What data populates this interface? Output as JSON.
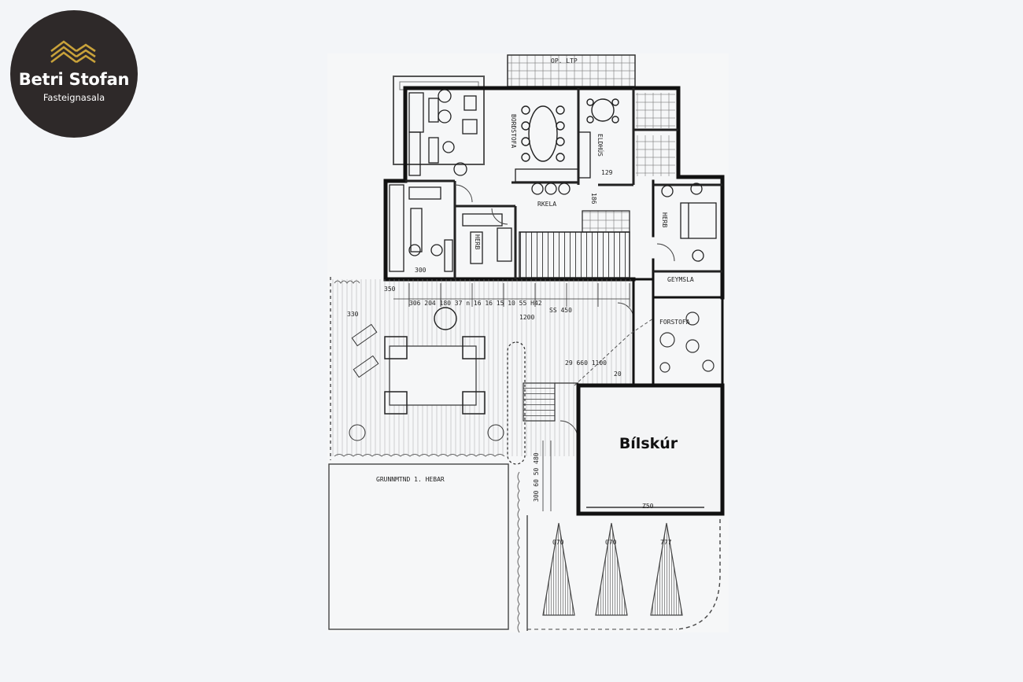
{
  "brand": {
    "name": "Betri Stofan",
    "tagline": "Fasteignasala",
    "icon": "building-roofs-icon",
    "colors": {
      "circle": "#2e2929",
      "gold": "#c9a23a",
      "text": "#ffffff"
    }
  },
  "floorplan": {
    "rooms": {
      "balcony": "OP. LTP",
      "living": "BORÐSTOFA",
      "kitchen": "ELDHÚS",
      "hall": "RKELA",
      "bedroom": "HERB",
      "office": "HERB",
      "storage": "GEYMSLA",
      "entrance": "FORSTOFA",
      "garage": "Bílskúr"
    },
    "ground_floor_label": "GRUNNMTND 1. HEBAR",
    "dimensions": {
      "d129": "129",
      "d186": "186",
      "d300": "300",
      "d350": "350",
      "d330": "330",
      "terrace_row": "306   204  180  37  n 16 16    15    10  55    H42",
      "total": "1200",
      "stair_dim": "SS 450",
      "d1100": "29 660 1100",
      "d20": "20",
      "garage_w": "Z50",
      "side_dims": "300  60  50  480",
      "cone1": "070",
      "cone2": "070",
      "cone3": "777"
    }
  }
}
